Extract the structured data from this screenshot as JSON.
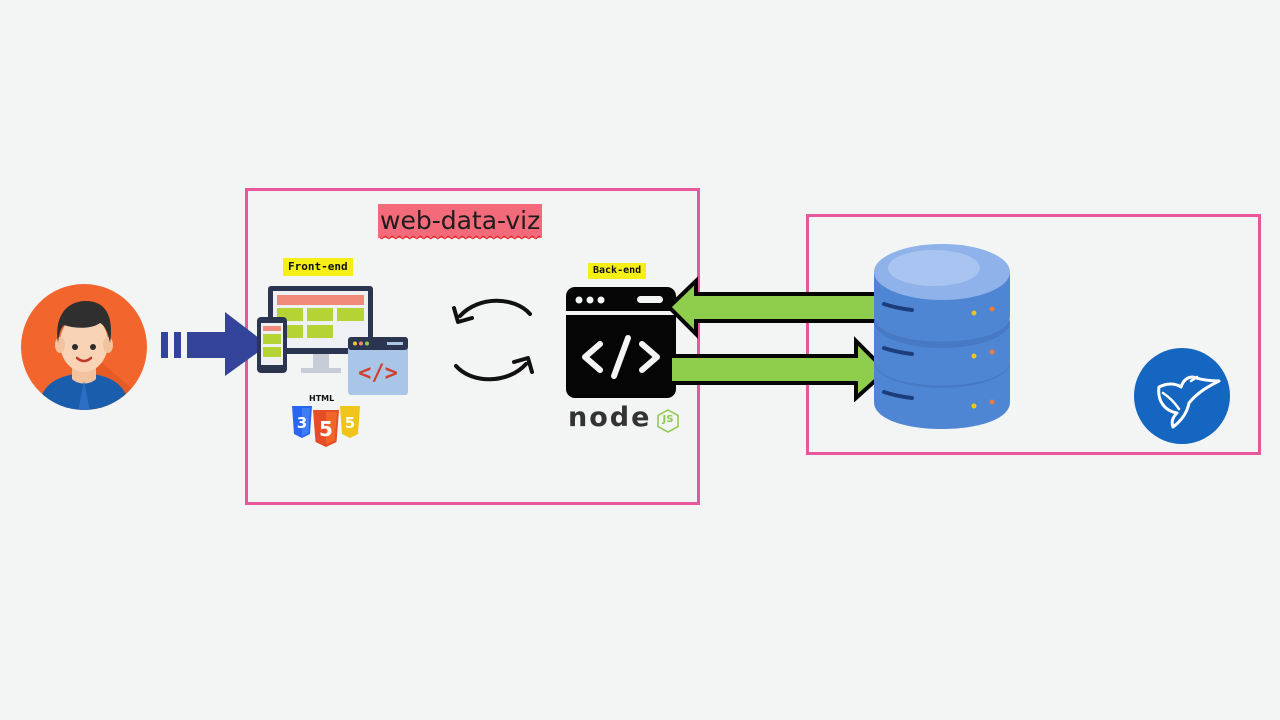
{
  "diagram": {
    "title": "web-data-viz",
    "frontend_label": "Front-end",
    "backend_label": "Back-end",
    "node_logo_text": "node",
    "node_js_badge": "JS",
    "html_logo_text": "HTML",
    "html5_number": "5"
  },
  "colors": {
    "frame": "#e8579b",
    "title_highlight": "#f36a7a",
    "label_highlight": "#f6ef16",
    "user_arrow": "#33449a",
    "data_arrow": "#8fce4c",
    "database": "#4f86d4",
    "brand_circle": "#1566c0"
  },
  "icons": [
    "user-avatar-icon",
    "responsive-devices-icon",
    "code-window-icon",
    "web-technology-logos-icon",
    "sync-arrows-icon",
    "backend-terminal-icon",
    "nodejs-logo-icon",
    "database-icon",
    "bird-logo-icon"
  ]
}
